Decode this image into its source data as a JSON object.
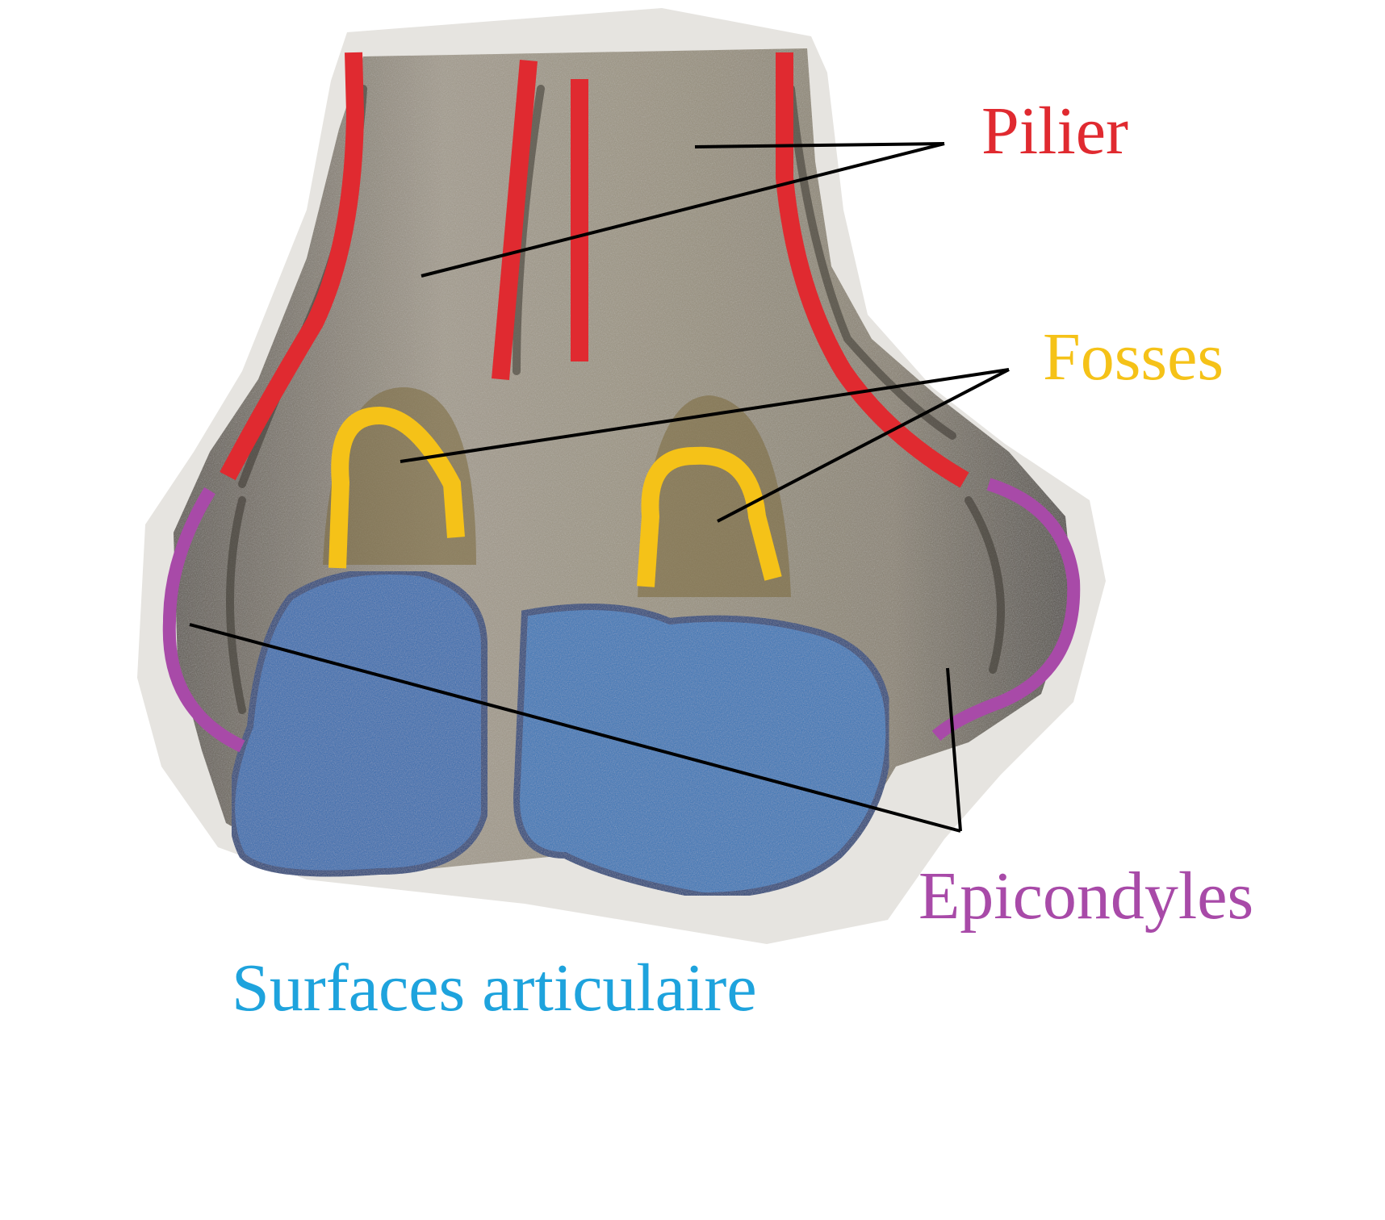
{
  "labels": {
    "pilier": "Pilier",
    "fosses": "Fosses",
    "epicondyles": "Epicondyles",
    "surfaces": "Surfaces articulaire"
  },
  "colors": {
    "pilier": "#e02a30",
    "fosses": "#f5c218",
    "epicondyles": "#a84aa8",
    "surfaces": "#1ea3dd",
    "articular_fill": "#2b6bb0",
    "bone": "#8b8478",
    "leader": "#000000"
  },
  "icons": {
    "illustration": "humerus-distal-end-drawing"
  }
}
